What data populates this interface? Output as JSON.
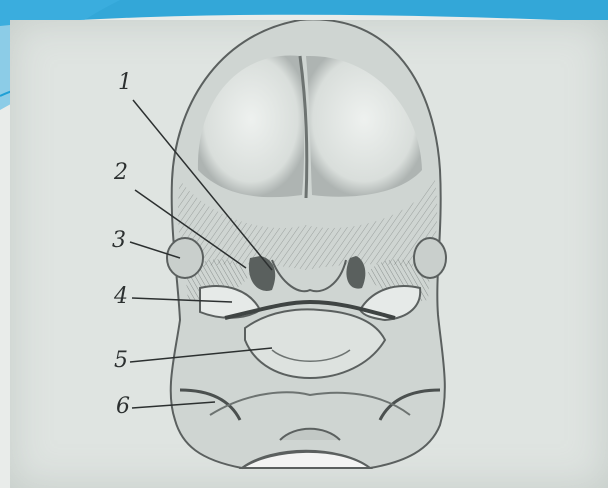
{
  "slide": {
    "accent_color": "#1fa0d6",
    "background_color": "#e9ecea"
  },
  "figure": {
    "labels": [
      {
        "id": "1",
        "text": "1"
      },
      {
        "id": "2",
        "text": "2"
      },
      {
        "id": "3",
        "text": "3"
      },
      {
        "id": "4",
        "text": "4"
      },
      {
        "id": "5",
        "text": "5"
      },
      {
        "id": "6",
        "text": "6"
      }
    ]
  }
}
